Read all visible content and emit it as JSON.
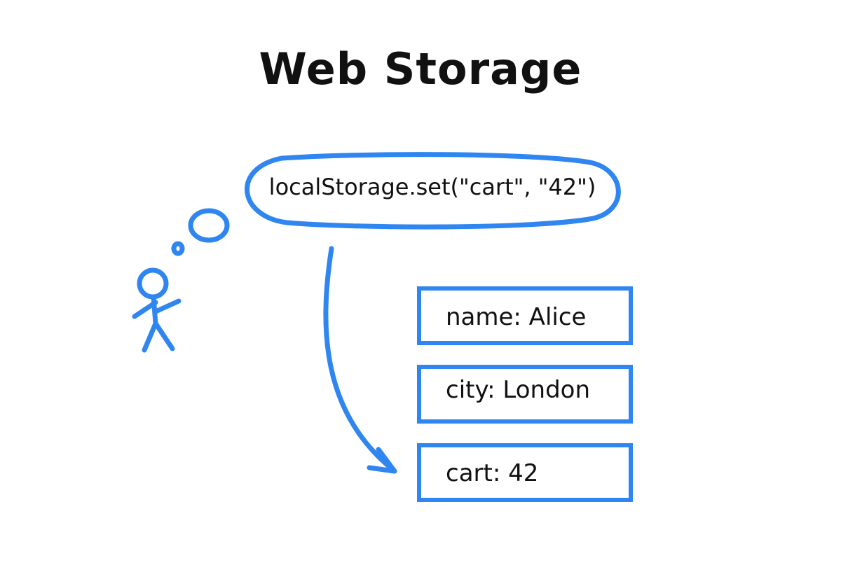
{
  "diagram": {
    "title": "Web Storage",
    "call": "localStorage.set(\"cart\", \"42\")",
    "entries": [
      "name: Alice",
      "city: London",
      "cart: 42"
    ],
    "colors": {
      "stroke": "#2f86f0",
      "text": "#111111",
      "background": "#ffffff"
    },
    "icons": [
      "stick-figure-icon",
      "thought-bubble-icon",
      "arrow-icon"
    ]
  }
}
